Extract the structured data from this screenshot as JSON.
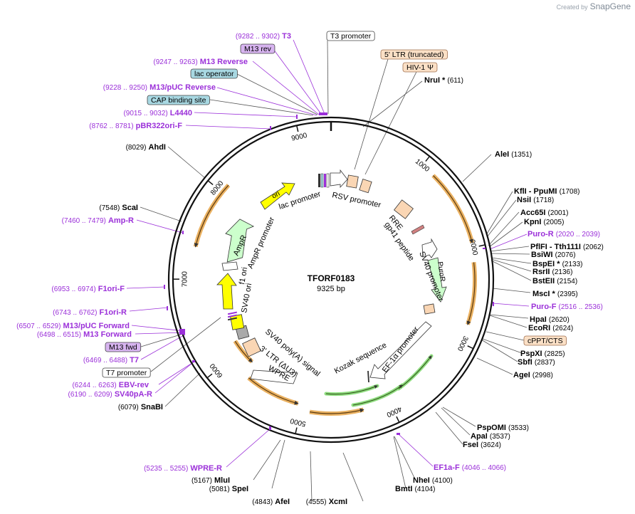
{
  "brand": {
    "created_by": "Created by",
    "app": "SnapGene"
  },
  "plasmid": {
    "name": "TFORF0183",
    "length_label": "9325 bp",
    "length": 9325
  },
  "ticks": [
    {
      "label": "1000",
      "pos": 1000
    },
    {
      "label": "2000",
      "pos": 2000
    },
    {
      "label": "3000",
      "pos": 3000
    },
    {
      "label": "4000",
      "pos": 4000
    },
    {
      "label": "5000",
      "pos": 5000
    },
    {
      "label": "6000",
      "pos": 6000
    },
    {
      "label": "7000",
      "pos": 7000
    },
    {
      "label": "8000",
      "pos": 8000
    },
    {
      "label": "9000",
      "pos": 9000
    }
  ],
  "boxed_labels": [
    {
      "text": "T3 promoter",
      "style": "white"
    },
    {
      "text": "M13 rev",
      "style": "purple"
    },
    {
      "text": "5' LTR (truncated)",
      "style": "tan"
    },
    {
      "text": "HIV-1 Ψ",
      "style": "tan"
    },
    {
      "text": "lac operator",
      "style": "blue"
    },
    {
      "text": "CAP binding site",
      "style": "blue"
    },
    {
      "text": "cPPT/CTS",
      "style": "tan"
    },
    {
      "text": "M13 fwd",
      "style": "purple"
    },
    {
      "text": "T7 promoter",
      "style": "white"
    }
  ],
  "sites_right": [
    {
      "name": "NruI *",
      "pos": "(611)",
      "color": "black"
    },
    {
      "name": "AleI",
      "pos": "(1351)",
      "color": "black"
    },
    {
      "name": "KflI  - PpuMI",
      "pos": "(1708)",
      "color": "black"
    },
    {
      "name": "NsiI",
      "pos": "(1718)",
      "color": "black"
    },
    {
      "name": "Acc65I",
      "pos": "(2001)",
      "color": "black"
    },
    {
      "name": "KpnI",
      "pos": "(2005)",
      "color": "black"
    },
    {
      "name": "Puro-R",
      "pos": "(2020 .. 2039)",
      "color": "purple"
    },
    {
      "name": "PflFI  - Tth111I",
      "pos": "(2062)",
      "color": "black"
    },
    {
      "name": "BsiWI",
      "pos": "(2076)",
      "color": "black"
    },
    {
      "name": "BspEI *",
      "pos": "(2133)",
      "color": "black"
    },
    {
      "name": "RsrII",
      "pos": "(2136)",
      "color": "black"
    },
    {
      "name": "BstEII",
      "pos": "(2154)",
      "color": "black"
    },
    {
      "name": "MscI *",
      "pos": "(2395)",
      "color": "black"
    },
    {
      "name": "Puro-F",
      "pos": "(2516 .. 2536)",
      "color": "purple"
    },
    {
      "name": "HpaI",
      "pos": "(2620)",
      "color": "black"
    },
    {
      "name": "EcoRI",
      "pos": "(2624)",
      "color": "black"
    },
    {
      "name": "PspXI",
      "pos": "(2825)",
      "color": "black"
    },
    {
      "name": "SbfI",
      "pos": "(2837)",
      "color": "black"
    },
    {
      "name": "AgeI",
      "pos": "(2998)",
      "color": "black"
    },
    {
      "name": "PspOMI",
      "pos": "(3533)",
      "color": "black"
    },
    {
      "name": "ApaI",
      "pos": "(3537)",
      "color": "black"
    },
    {
      "name": "FseI",
      "pos": "(3624)",
      "color": "black"
    },
    {
      "name": "EF1a-F",
      "pos": "(4046 .. 4066)",
      "color": "purple"
    },
    {
      "name": "NheI",
      "pos": "(4100)",
      "color": "black"
    },
    {
      "name": "BmtI",
      "pos": "(4104)",
      "color": "black"
    }
  ],
  "sites_bottom": [
    {
      "name": "XcmI",
      "pos": "(4555)"
    },
    {
      "name": "AfeI",
      "pos": "(4843)"
    },
    {
      "name": "SpeI",
      "pos": "(5081)"
    },
    {
      "name": "MluI",
      "pos": "(5167)"
    }
  ],
  "sites_left": [
    {
      "name": "T3",
      "pos": "(9282 .. 9302)",
      "color": "purple"
    },
    {
      "name": "M13 Reverse",
      "pos": "(9247 .. 9263)",
      "color": "purple"
    },
    {
      "name": "M13/pUC Reverse",
      "pos": "(9228 .. 9250)",
      "color": "purple"
    },
    {
      "name": "L4440",
      "pos": "(9015 .. 9032)",
      "color": "purple"
    },
    {
      "name": "pBR322ori-F",
      "pos": "(8762 .. 8781)",
      "color": "purple"
    },
    {
      "name": "AhdI",
      "pos": "(8029)",
      "color": "black"
    },
    {
      "name": "ScaI",
      "pos": "(7548)",
      "color": "black"
    },
    {
      "name": "Amp-R",
      "pos": "(7460 .. 7479)",
      "color": "purple"
    },
    {
      "name": "F1ori-F",
      "pos": "(6953 .. 6974)",
      "color": "purple"
    },
    {
      "name": "F1ori-R",
      "pos": "(6743 .. 6762)",
      "color": "purple"
    },
    {
      "name": "M13/pUC Forward",
      "pos": "(6507 .. 6529)",
      "color": "purple"
    },
    {
      "name": "M13 Forward",
      "pos": "(6498 .. 6515)",
      "color": "purple"
    },
    {
      "name": "T7",
      "pos": "(6469 .. 6488)",
      "color": "purple"
    },
    {
      "name": "EBV-rev",
      "pos": "(6244 .. 6263)",
      "color": "purple"
    },
    {
      "name": "SV40pA-R",
      "pos": "(6190 .. 6209)",
      "color": "purple"
    },
    {
      "name": "SnaBI",
      "pos": "(6079)",
      "color": "black"
    },
    {
      "name": "WPRE-R",
      "pos": "(5235 .. 5255)",
      "color": "purple"
    }
  ],
  "features": [
    {
      "label": "lac promoter"
    },
    {
      "label": "RSV promoter"
    },
    {
      "label": "RRE"
    },
    {
      "label": "gp41 peptide"
    },
    {
      "label": "SV40 promoter"
    },
    {
      "label": "PuroR"
    },
    {
      "label": "EF-1α promoter"
    },
    {
      "label": "Kozak sequence"
    },
    {
      "label": "WPRE"
    },
    {
      "label": "3' LTR (ΔU3)"
    },
    {
      "label": "SV40 poly(A) signal"
    },
    {
      "label": "SV40 ori"
    },
    {
      "label": "f1 ori"
    },
    {
      "label": "AmpR promoter"
    },
    {
      "label": "AmpR"
    },
    {
      "label": "ori"
    }
  ],
  "colors": {
    "primer": "#9b30d9",
    "orf_arc": "#e8a850",
    "ampR": "#ccffcc",
    "ori": "#ffff00",
    "ltr": "#fad6b4",
    "operator": "#9fd3dd"
  }
}
